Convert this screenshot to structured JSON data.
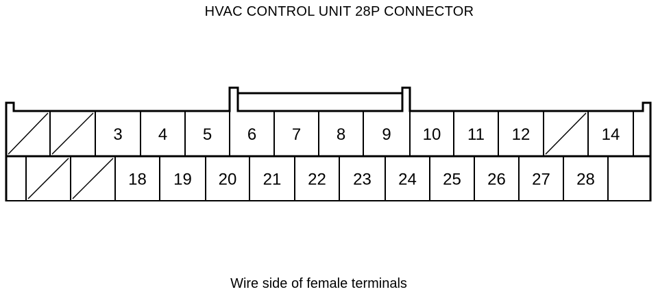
{
  "title": "HVAC CONTROL UNIT 28P CONNECTOR",
  "caption": "Wire side of female terminals",
  "colors": {
    "line": "#000000",
    "background": "#ffffff"
  },
  "connector": {
    "top_row": [
      {
        "label": "",
        "empty": true
      },
      {
        "label": "",
        "empty": true
      },
      {
        "label": "3",
        "empty": false
      },
      {
        "label": "4",
        "empty": false
      },
      {
        "label": "5",
        "empty": false
      },
      {
        "label": "6",
        "empty": false
      },
      {
        "label": "7",
        "empty": false
      },
      {
        "label": "8",
        "empty": false
      },
      {
        "label": "9",
        "empty": false
      },
      {
        "label": "10",
        "empty": false
      },
      {
        "label": "11",
        "empty": false
      },
      {
        "label": "12",
        "empty": false
      },
      {
        "label": "",
        "empty": true
      },
      {
        "label": "14",
        "empty": false
      }
    ],
    "bottom_row": [
      {
        "label": "",
        "empty": true
      },
      {
        "label": "",
        "empty": true
      },
      {
        "label": "",
        "empty": true
      },
      {
        "label": "18",
        "empty": false
      },
      {
        "label": "19",
        "empty": false
      },
      {
        "label": "20",
        "empty": false
      },
      {
        "label": "21",
        "empty": false
      },
      {
        "label": "22",
        "empty": false
      },
      {
        "label": "23",
        "empty": false
      },
      {
        "label": "24",
        "empty": false
      },
      {
        "label": "25",
        "empty": false
      },
      {
        "label": "26",
        "empty": false
      },
      {
        "label": "27",
        "empty": false
      },
      {
        "label": "28",
        "empty": false
      }
    ]
  }
}
